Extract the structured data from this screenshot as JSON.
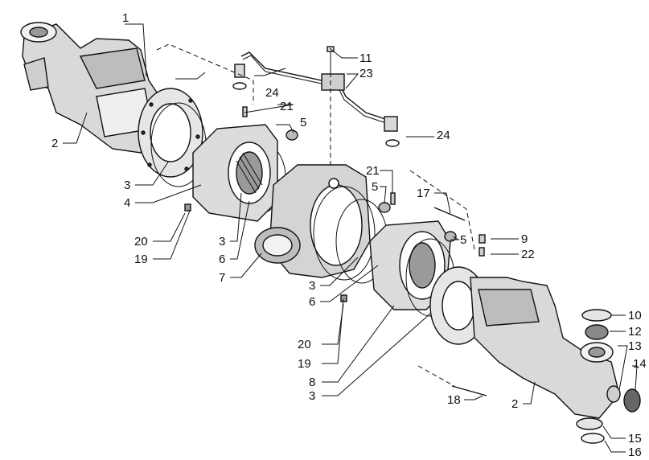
{
  "callouts": {
    "c1": "1",
    "c2a": "2",
    "c2b": "2",
    "c3a": "3",
    "c3b": "3",
    "c3c": "3",
    "c3d": "3",
    "c4": "4",
    "c5a": "5",
    "c5b": "5",
    "c5c": "5",
    "c6a": "6",
    "c6b": "6",
    "c7": "7",
    "c8": "8",
    "c9": "9",
    "c10": "10",
    "c11": "11",
    "c12": "12",
    "c13": "13",
    "c14": "14",
    "c15": "15",
    "c16": "16",
    "c17": "17",
    "c18": "18",
    "c19a": "19",
    "c19b": "19",
    "c20a": "20",
    "c20b": "20",
    "c21a": "21",
    "c21b": "21",
    "c22": "22",
    "c23": "23",
    "c24a": "24",
    "c24b": "24"
  }
}
